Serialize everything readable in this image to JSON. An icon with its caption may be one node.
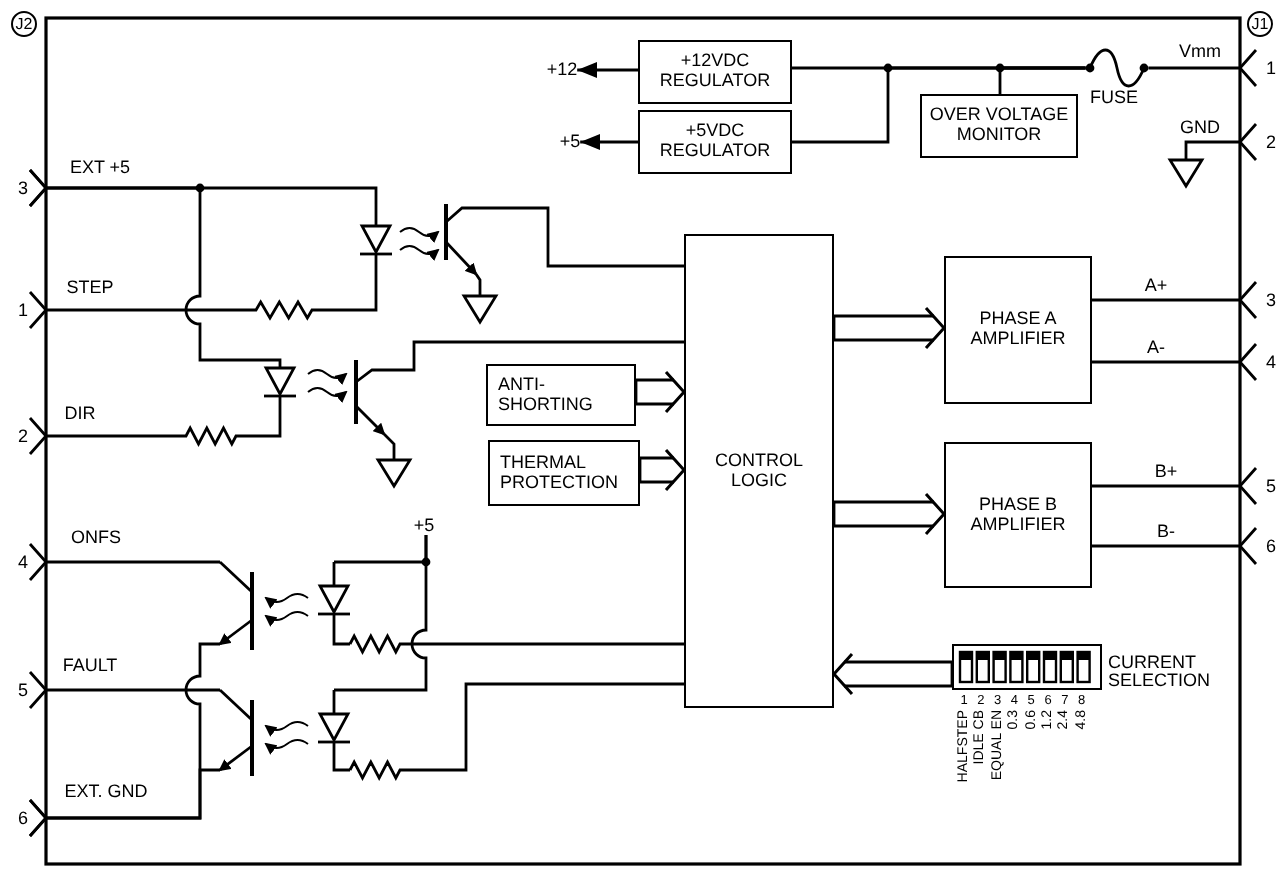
{
  "diagram": {
    "nodes": [
      {
        "text": [
          "+12"
        ]
      },
      {
        "text": [
          "+12VDC REGULATOR"
        ]
      },
      {
        "text": [
          "+5"
        ]
      },
      {
        "text": [
          "+5VDC REGULATOR"
        ]
      },
      {
        "text": [
          "OVER VOLTAGE MONITOR"
        ]
      },
      {
        "text": [],
        "shape": "fuse",
        "beside": [
          "FUSE"
        ]
      },
      {
        "text": [
          "1"
        ]
      },
      {
        "text": [
          "2"
        ]
      },
      {
        "text": [],
        "shape": "ground"
      },
      {
        "text": [
          "3"
        ]
      },
      {
        "text": [],
        "shape": "optocoupler"
      },
      {
        "text": [
          "1"
        ]
      },
      {
        "text": [],
        "shape": "optocoupler"
      },
      {
        "text": [
          "2"
        ]
      },
      {
        "text": [
          "ANTI-SHORTING"
        ]
      },
      {
        "text": [
          "THERMAL PROTECTION"
        ]
      },
      {
        "text": [
          "CONTROL LOGIC"
        ]
      },
      {
        "text": [
          "PHASE A AMPLIFIER"
        ]
      },
      {
        "text": [
          "PHASE B AMPLIFIER"
        ]
      },
      {
        "text": [
          "3"
        ]
      },
      {
        "text": [
          "4"
        ]
      },
      {
        "text": [
          "5"
        ]
      },
      {
        "text": [
          "6"
        ]
      },
      {
        "text": [
          "+5"
        ]
      },
      {
        "text": [
          "4"
        ]
      },
      {
        "text": [],
        "shape": "optocoupler"
      },
      {
        "text": [
          "5"
        ]
      },
      {
        "text": [],
        "shape": "optocoupler"
      },
      {
        "text": [
          "6"
        ]
      },
      {
        "text": [],
        "shape": "box",
        "beside": [
          "CURRENT SELECTION",
          "1",
          "2",
          "3",
          "4",
          "5",
          "6",
          "7",
          "8",
          "HALFSTEP",
          "IDLE CB",
          "EQUAL EN",
          "0.3",
          "0.6",
          "1.2",
          "2.4",
          "4.8"
        ]
      }
    ],
    "edges": [
      {
        "from": 1,
        "to": 0,
        "arrow": "to"
      },
      {
        "from": 3,
        "to": 2,
        "arrow": "to"
      },
      {
        "from": 1,
        "to": 5,
        "arrow": "none"
      },
      {
        "from": 3,
        "to": 5,
        "arrow": "none"
      },
      {
        "from": 4,
        "to": 5,
        "arrow": "none"
      },
      {
        "from": 5,
        "to": 6,
        "arrow": "other",
        "label": "Vmm"
      },
      {
        "from": 7,
        "to": 8,
        "arrow": "other",
        "label": "GND"
      },
      {
        "from": 9,
        "to": 10,
        "arrow": "other",
        "label": "EXT +5"
      },
      {
        "from": 9,
        "to": 12,
        "arrow": "other"
      },
      {
        "from": 11,
        "to": 10,
        "arrow": "other",
        "label": "STEP"
      },
      {
        "from": 13,
        "to": 12,
        "arrow": "other",
        "label": "DIR"
      },
      {
        "from": 10,
        "to": 16,
        "arrow": "none"
      },
      {
        "from": 12,
        "to": 16,
        "arrow": "none"
      },
      {
        "from": 14,
        "to": 16,
        "arrow": "to"
      },
      {
        "from": 15,
        "to": 16,
        "arrow": "to"
      },
      {
        "from": 16,
        "to": 17,
        "arrow": "to"
      },
      {
        "from": 16,
        "to": 18,
        "arrow": "to"
      },
      {
        "from": 17,
        "to": 19,
        "arrow": "other",
        "label": "A+"
      },
      {
        "from": 17,
        "to": 20,
        "arrow": "other",
        "label": "A-"
      },
      {
        "from": 18,
        "to": 21,
        "arrow": "other",
        "label": "B+"
      },
      {
        "from": 18,
        "to": 22,
        "arrow": "other",
        "label": "B-"
      },
      {
        "from": 23,
        "to": 25,
        "arrow": "none"
      },
      {
        "from": 23,
        "to": 27,
        "arrow": "none"
      },
      {
        "from": 24,
        "to": 25,
        "arrow": "other",
        "label": "ONFS"
      },
      {
        "from": 26,
        "to": 27,
        "arrow": "other",
        "label": "FAULT"
      },
      {
        "from": 28,
        "to": 25,
        "arrow": "other",
        "label": "EXT. GND"
      },
      {
        "from": 28,
        "to": 27,
        "arrow": "other"
      },
      {
        "from": 25,
        "to": 16,
        "arrow": "none"
      },
      {
        "from": 27,
        "to": 16,
        "arrow": "none"
      },
      {
        "from": 29,
        "to": 16,
        "arrow": "to"
      }
    ],
    "labels": [
      "J2",
      "J1"
    ]
  }
}
